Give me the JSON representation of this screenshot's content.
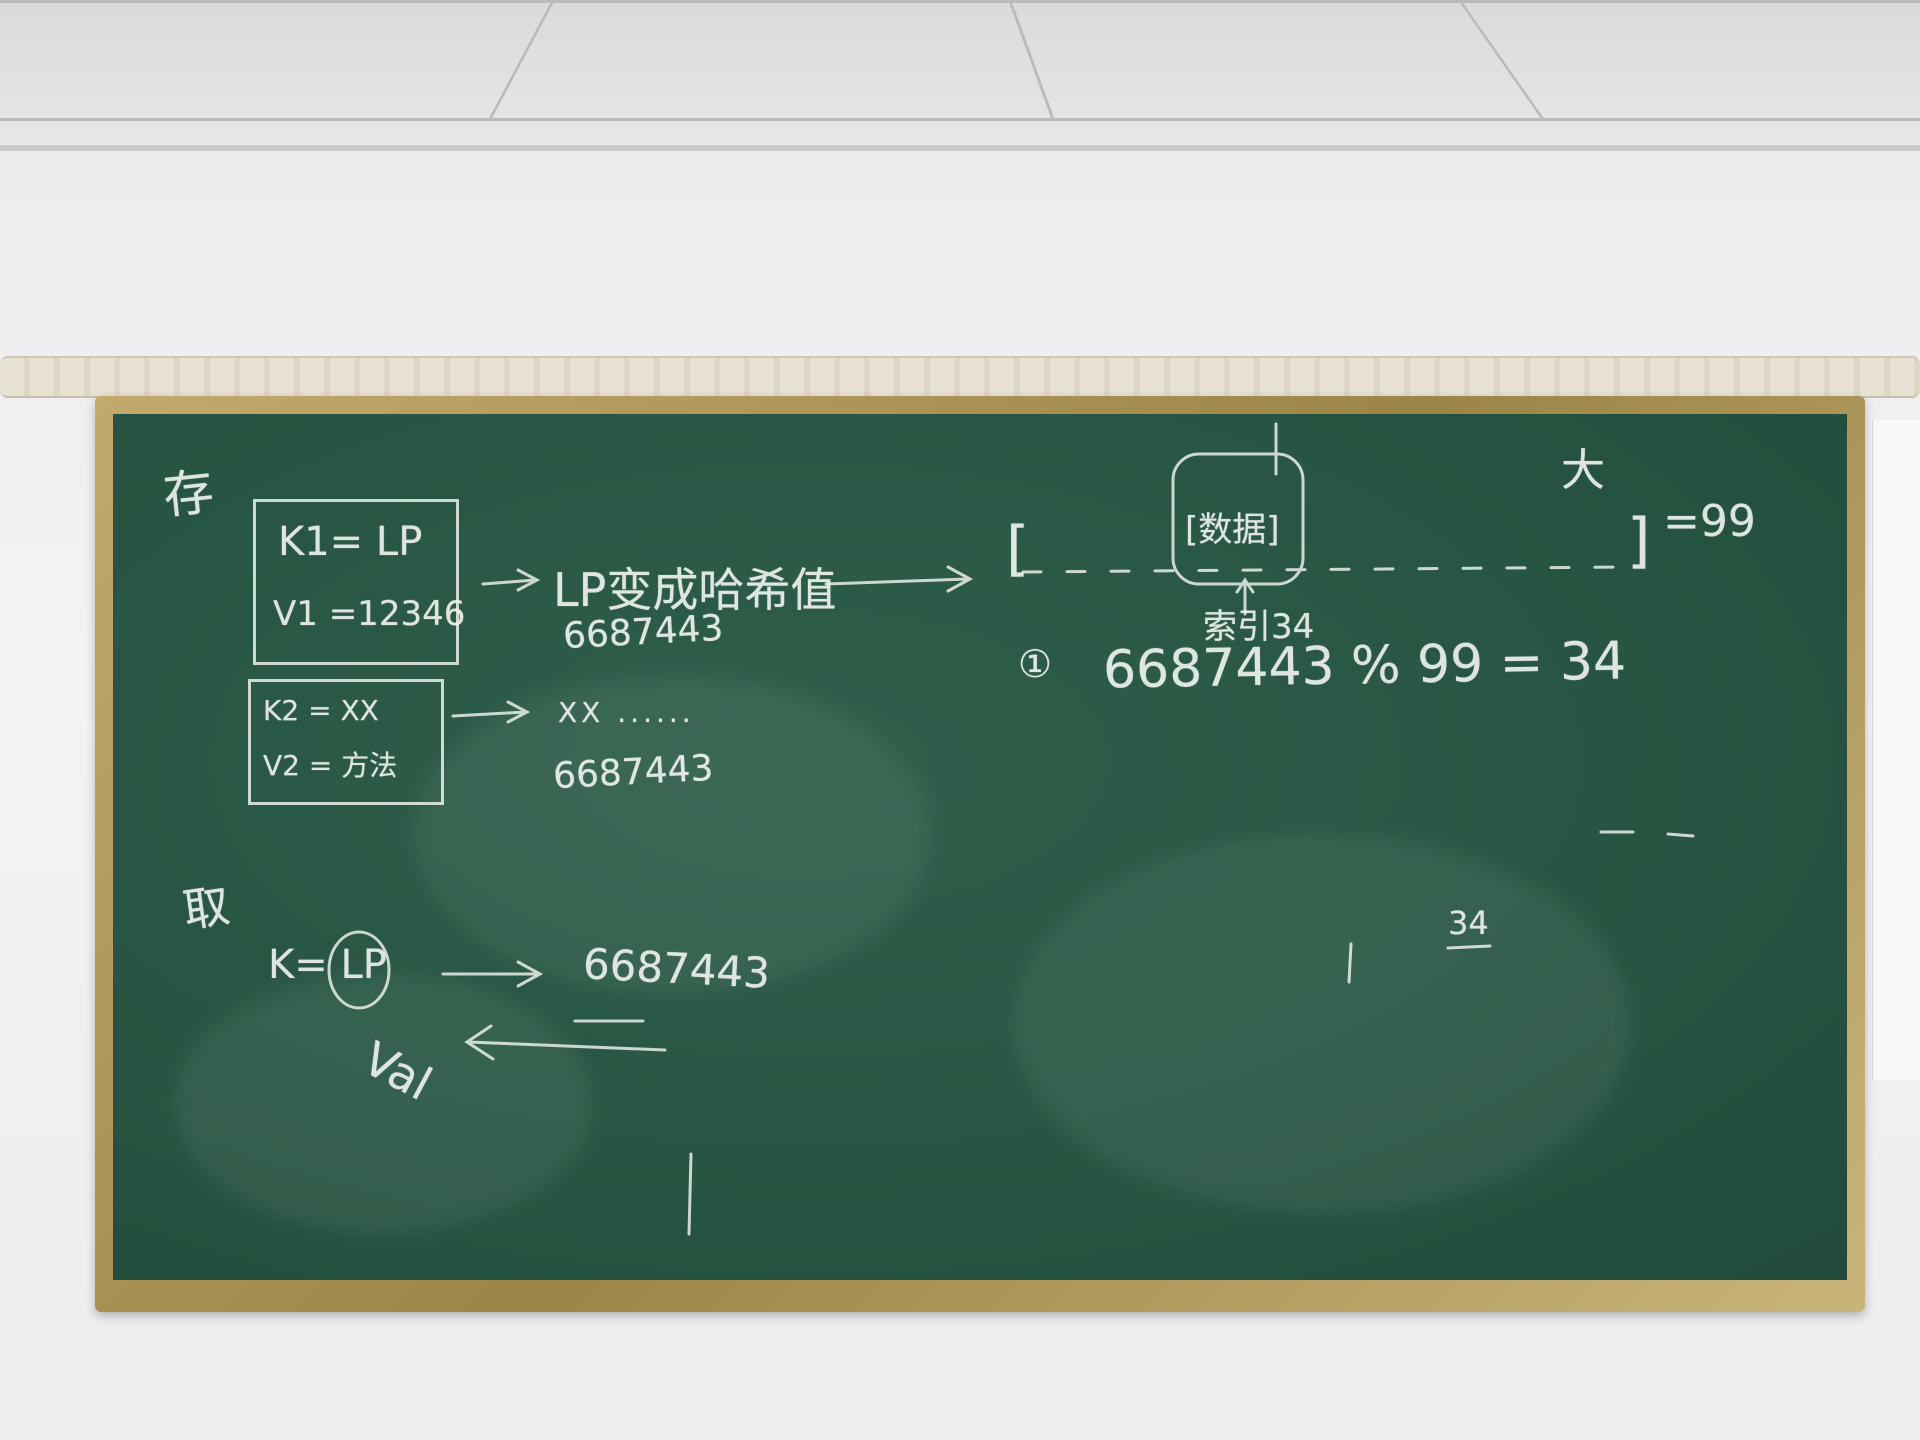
{
  "board": {
    "cun": "存",
    "k1": "K1= LP",
    "v1": "V1 =12346",
    "lp_hash": "LP变成哈希值",
    "hash1": "6687443",
    "k2": "K2 = XX",
    "v2": "V2 = 方法",
    "xx": "XX ......",
    "hash2": "6687443",
    "qu": "取",
    "k_lp": "K= LP",
    "hash3": "6687443",
    "val": "Val",
    "da": "大",
    "bracket_left": "[",
    "bracket_right": "]",
    "eq99": "=99",
    "cell": "[数据]",
    "index": "索引34",
    "circled_one": "①",
    "modulo": "6687443 % 99 = 34",
    "n34": "34"
  }
}
